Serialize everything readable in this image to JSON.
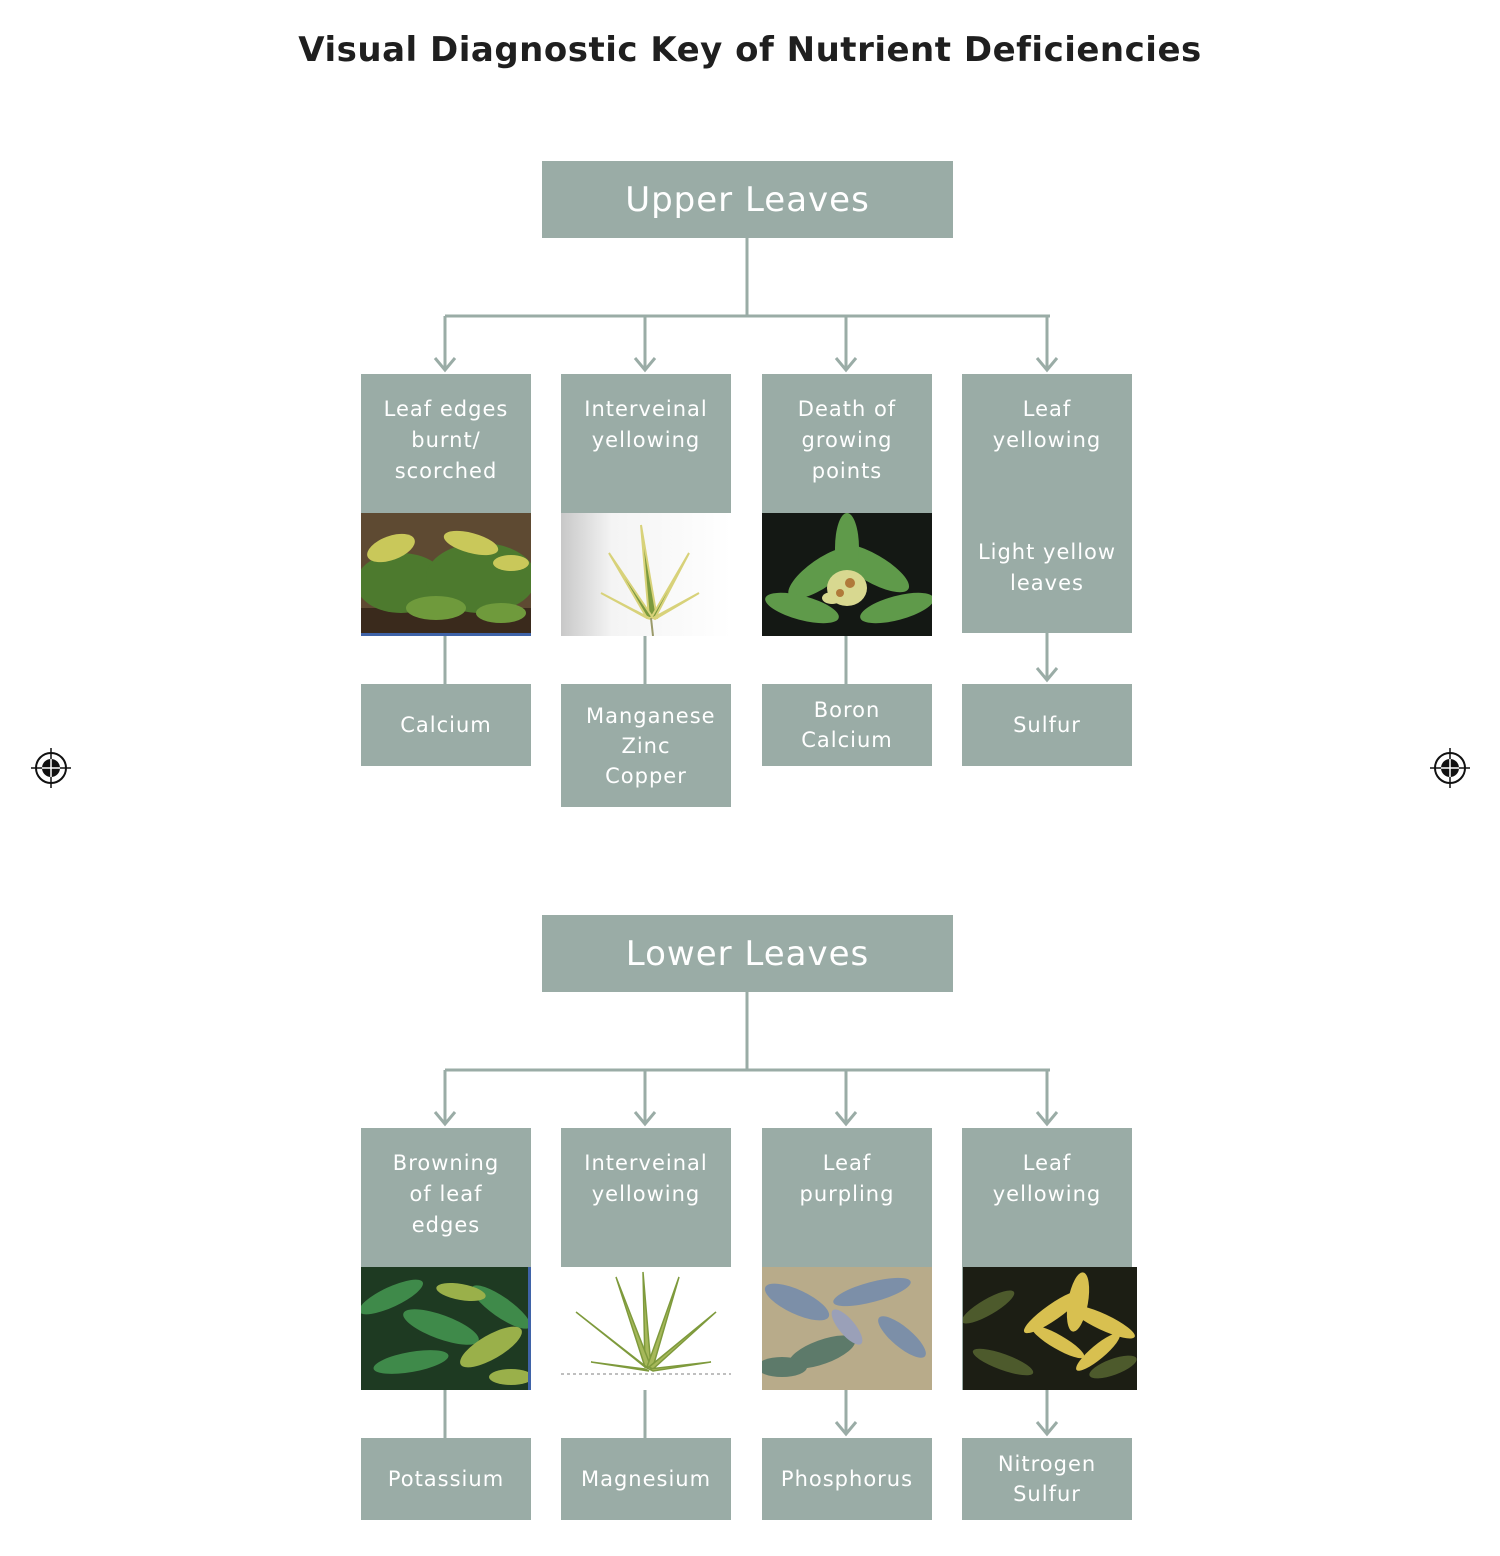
{
  "title": "Visual Diagnostic Key of Nutrient Deficiencies",
  "colors": {
    "box": "#9aaca6",
    "text": "#ffffff",
    "line": "#9aaca6"
  },
  "upper": {
    "root": "Upper Leaves",
    "branches": [
      {
        "symptom": "Leaf edges burnt/ scorched",
        "result": "Calcium"
      },
      {
        "symptom": "Interveinal yellowing",
        "result": "Manganese Zinc Copper"
      },
      {
        "symptom": "Death of growing points",
        "result": "Boron Calcium"
      },
      {
        "symptom": "Leaf yellowing",
        "sub_symptom": "Light yellow leaves",
        "result": "Sulfur"
      }
    ]
  },
  "lower": {
    "root": "Lower Leaves",
    "branches": [
      {
        "symptom": "Browning of leaf edges",
        "result": "Potassium"
      },
      {
        "symptom": "Interveinal yellowing",
        "result": "Magnesium"
      },
      {
        "symptom": "Leaf purpling",
        "result": "Phosphorus"
      },
      {
        "symptom": "Leaf yellowing",
        "result": "Nitrogen Sulfur"
      }
    ]
  },
  "icons": {
    "registration_mark": "registration-mark-icon"
  }
}
